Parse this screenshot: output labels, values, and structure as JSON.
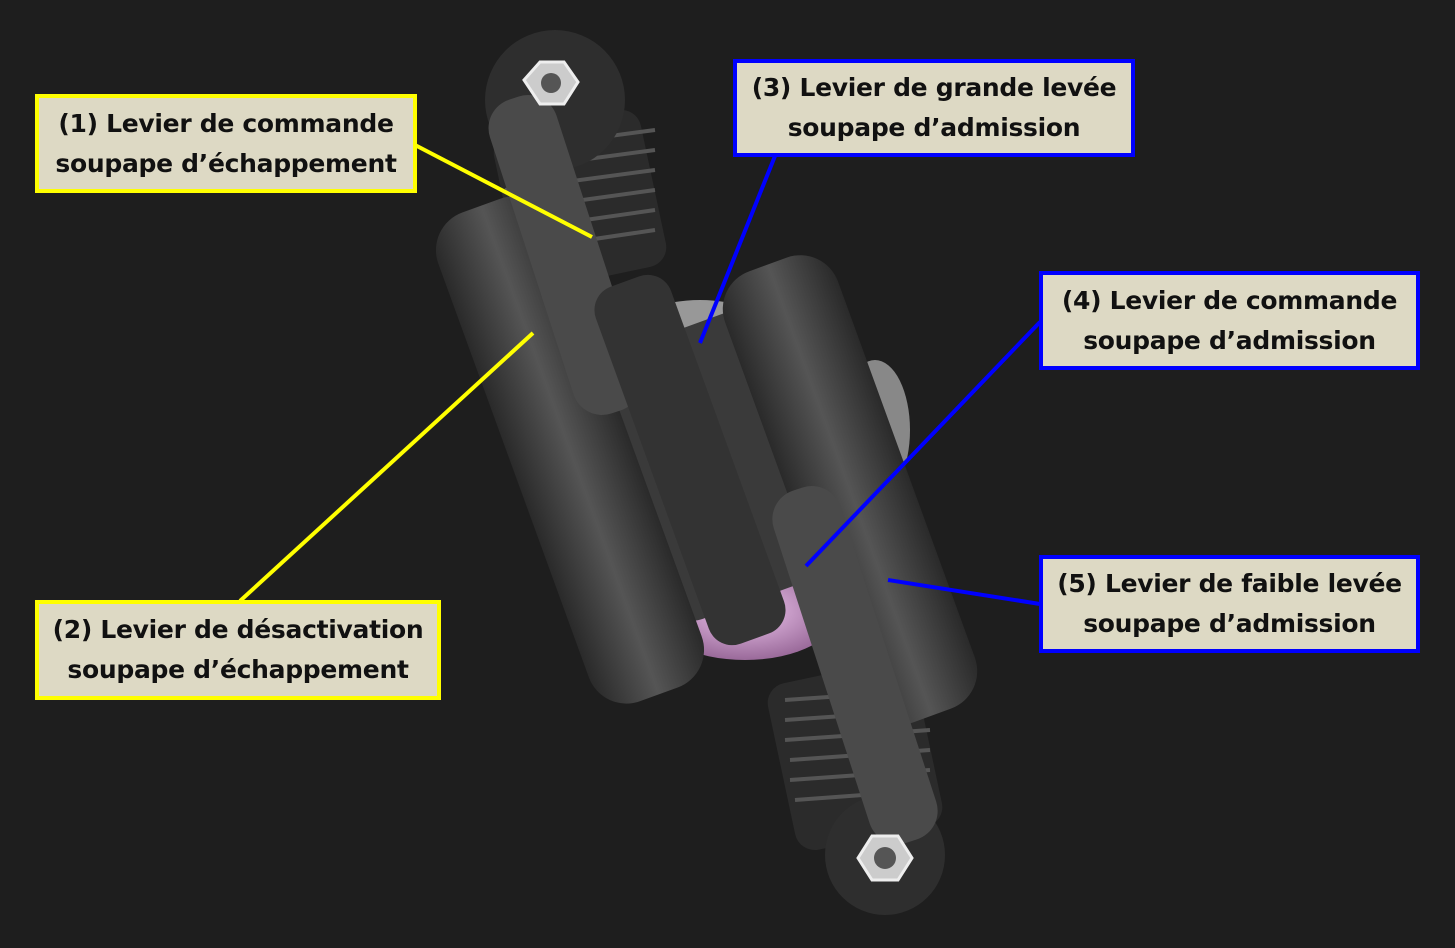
{
  "colors": {
    "background": "#1e1e1e",
    "label_fill": "#ddd9c4",
    "exhaust_accent": "#ffff00",
    "intake_accent": "#0000ff"
  },
  "labels": [
    {
      "line1": "(1) Levier de commande",
      "line2": "soupape d’échappement",
      "group": "exhaust"
    },
    {
      "line1": "(2) Levier de désactivation",
      "line2": "soupape d’échappement",
      "group": "exhaust"
    },
    {
      "line1": "(3) Levier de grande levée",
      "line2": "soupape d’admission",
      "group": "intake"
    },
    {
      "line1": "(4) Levier de commande",
      "line2": "soupape d’admission",
      "group": "intake"
    },
    {
      "line1": "(5) Levier de faible levée",
      "line2": "soupape d’admission",
      "group": "intake"
    }
  ]
}
